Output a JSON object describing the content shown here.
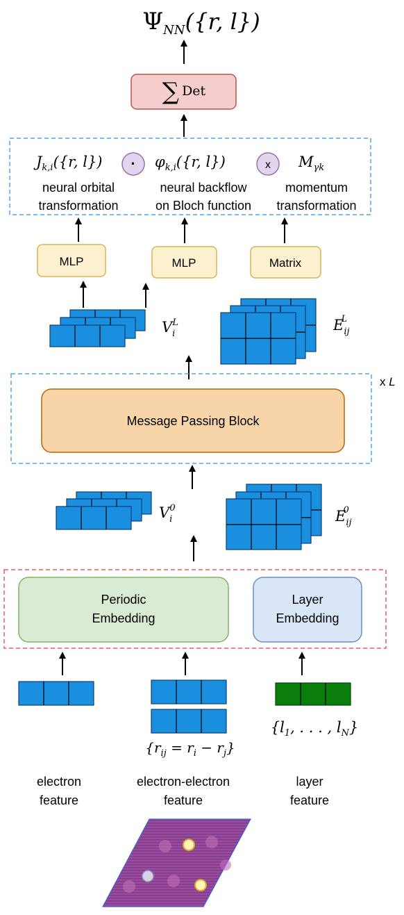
{
  "output": {
    "psi": "Ψ",
    "psi_sub": "NN",
    "psi_args": "({r, l})",
    "sum_symbol": "∑",
    "det_label": "Det"
  },
  "orbitals": {
    "j_main": "J",
    "j_sub": "k,i",
    "j_args": "({r, l})",
    "dot_op": "·",
    "phi_main": "φ",
    "phi_sub": "k,i",
    "phi_args": "({r, l})",
    "times_op": "x",
    "m_main": "M",
    "m_sub": "γk",
    "col1_line1": "neural orbital",
    "col1_line2": "transformation",
    "col2_line1": "neural backflow",
    "col2_line2": "on Bloch function",
    "col3_line1": "momentum",
    "col3_line2": "transformation"
  },
  "heads": {
    "mlp1": "MLP",
    "mlp2": "MLP",
    "matrix": "Matrix"
  },
  "features_top": {
    "v_main": "V",
    "v_sub": "i",
    "v_sup": "L",
    "e_main": "E",
    "e_sub": "ij",
    "e_sup": "L"
  },
  "message_passing": {
    "label": "Message Passing Block",
    "repeat_prefix": "x ",
    "repeat_var": "L"
  },
  "features_bottom": {
    "v_main": "V",
    "v_sub": "i",
    "v_sup": "0",
    "e_main": "E",
    "e_sub": "ij",
    "e_sup": "0"
  },
  "embedding": {
    "periodic_line1": "Periodic",
    "periodic_line2": "Embedding",
    "layer_line1": "Layer",
    "layer_line2": "Embedding"
  },
  "inputs": {
    "rij_formula": "{r",
    "rij_sub": "ij",
    "rij_mid": " = r",
    "ri_sub": "i",
    "rij_minus": " − r",
    "rj_sub": "j",
    "rij_close": "}",
    "layer_set": "{l",
    "l1_sub": "1",
    "layer_dots": ", . . . , l",
    "ln_sub": "N",
    "layer_close": "}",
    "electron_line1": "electron",
    "electron_line2": "feature",
    "ee_line1": "electron-electron",
    "ee_line2": "feature",
    "layer_line1": "layer",
    "layer_line2": "feature"
  },
  "colors": {
    "blue_block": "#1a8fe0",
    "green_block": "#0b7d0b",
    "sum_fill": "#f6cdcd",
    "mlp_fill": "#fdf1cf",
    "mp_fill": "#f8d5a9",
    "periodic_fill": "#d9ebd3",
    "layer_fill": "#d9e6f8",
    "op_circle": "#e2d5ef"
  }
}
